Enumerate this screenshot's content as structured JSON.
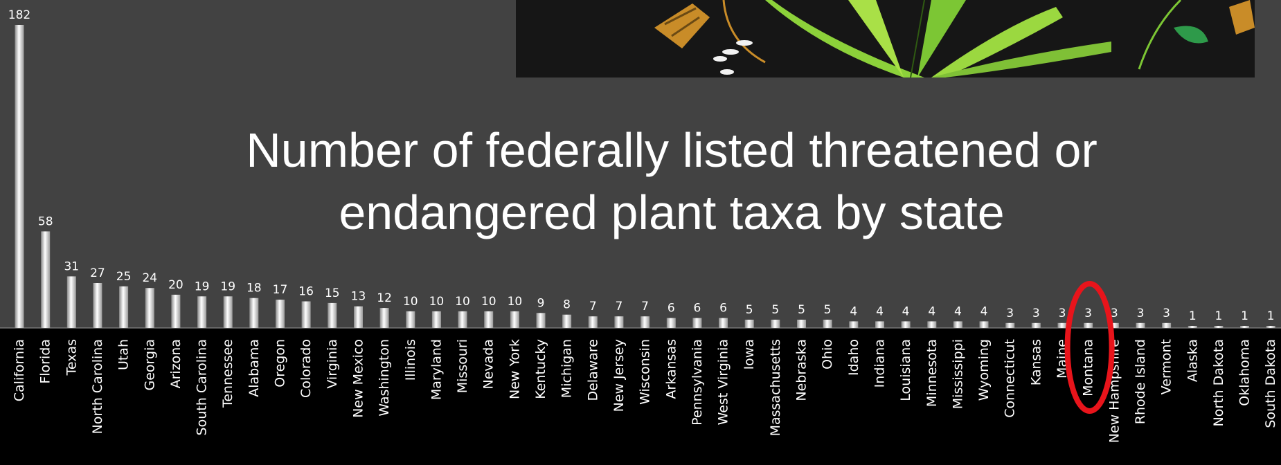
{
  "title_line1": "Number of federally listed threatened or",
  "title_line2": "endangered plant taxa by state",
  "highlight_color": "#e8141b",
  "chart_data": {
    "type": "bar",
    "title": "Number of federally listed threatened or endangered plant taxa by state",
    "xlabel": "",
    "ylabel": "",
    "ylim": [
      0,
      182
    ],
    "grid": false,
    "highlighted_category": "Montana",
    "categories": [
      "California",
      "Florida",
      "Texas",
      "North Carolina",
      "Utah",
      "Georgia",
      "Arizona",
      "South Carolina",
      "Tennessee",
      "Alabama",
      "Oregon",
      "Colorado",
      "Virginia",
      "New Mexico",
      "Washington",
      "Illinois",
      "Maryland",
      "Missouri",
      "Nevada",
      "New York",
      "Kentucky",
      "Michigan",
      "Delaware",
      "New Jersey",
      "Wisconsin",
      "Arkansas",
      "Pennsylvania",
      "West Virginia",
      "Iowa",
      "Massachusetts",
      "Nebraska",
      "Ohio",
      "Idaho",
      "Indiana",
      "Louisiana",
      "Minnesota",
      "Mississippi",
      "Wyoming",
      "Connecticut",
      "Kansas",
      "Maine",
      "Montana",
      "New Hampshire",
      "Rhode Island",
      "Vermont",
      "Alaska",
      "North Dakota",
      "Oklahoma",
      "South Dakota"
    ],
    "values": [
      182,
      58,
      31,
      27,
      25,
      24,
      20,
      19,
      19,
      18,
      17,
      16,
      15,
      13,
      12,
      10,
      10,
      10,
      10,
      10,
      9,
      8,
      7,
      7,
      7,
      6,
      6,
      6,
      5,
      5,
      5,
      5,
      4,
      4,
      4,
      4,
      4,
      4,
      3,
      3,
      3,
      3,
      3,
      3,
      3,
      1,
      1,
      1,
      1
    ]
  }
}
